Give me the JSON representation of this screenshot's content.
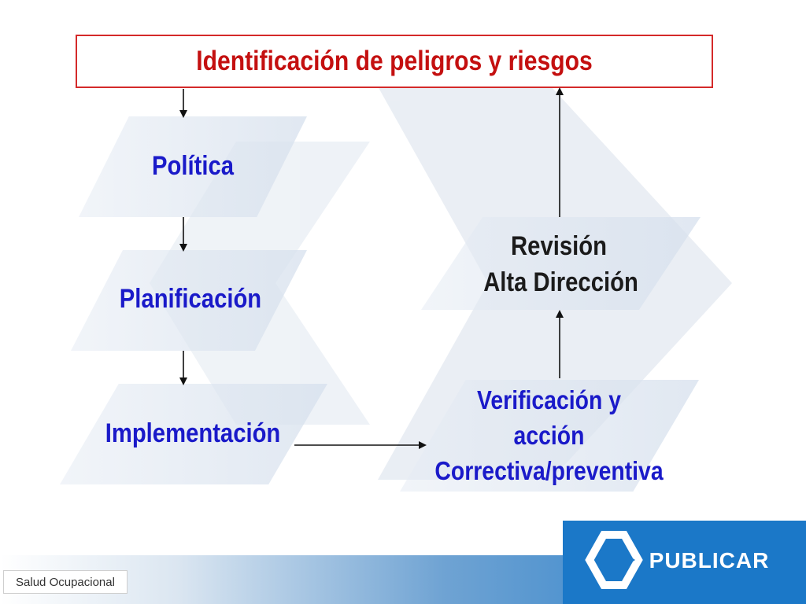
{
  "diagram": {
    "title": "Identificación de peligros y riesgos",
    "nodes": {
      "politica": "Política",
      "planificacion": "Planificación",
      "implementacion": "Implementación",
      "revision_line1": "Revisión",
      "revision_line2": "Alta Dirección",
      "verificacion_line1": "Verificación y",
      "verificacion_line2": "acción",
      "verificacion_line3": "Correctiva/preventiva"
    }
  },
  "footer": {
    "label": "Salud Ocupacional",
    "logo_text": "PUBLICAR"
  },
  "colors": {
    "title_red": "#c41010",
    "border_red": "#d42a2a",
    "node_blue": "#1a1ac9",
    "node_dark": "#1b1b1b",
    "brand_blue": "#1b78c8"
  }
}
